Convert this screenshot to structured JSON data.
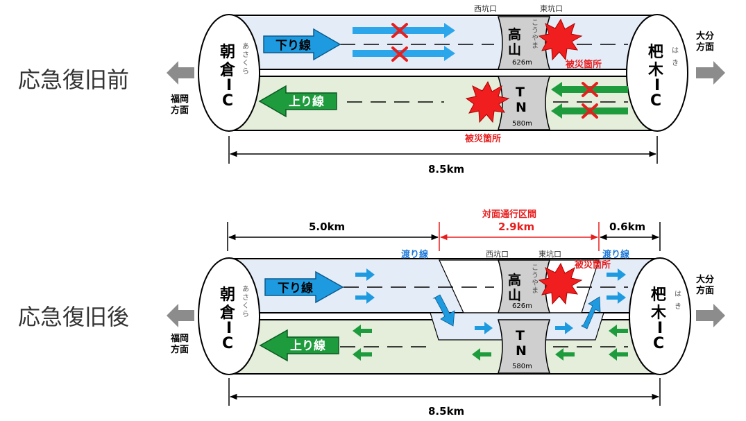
{
  "colors": {
    "down_lane_bg": "#E4ECF8",
    "up_lane_bg": "#E4EEDB",
    "tunnel_gray": "#CFCFCF",
    "down_arrow": "#1E9BE0",
    "up_arrow": "#1E9B3C",
    "disaster_red": "#F01E1E",
    "cross_red": "#E81E1E",
    "direction_gray": "#8C8C8C",
    "span_red": "#E81E1E"
  },
  "before": {
    "title": "応急復旧前",
    "west_ic": "朝倉IC",
    "west_ic_kana": "あさくら",
    "east_ic": "杷木IC",
    "east_ic_kana": "はき",
    "west_direction": "福岡方面",
    "east_direction": "大分方面",
    "down_line": "下り線",
    "up_line": "上り線",
    "west_portal": "西坑口",
    "east_portal": "東坑口",
    "tunnel_name": "高山",
    "tunnel_kana": "こうやま",
    "tunnel_tn": "TN",
    "down_length": "626m",
    "up_length": "580m",
    "disaster_label_down": "被災箇所",
    "disaster_label_up": "被災箇所",
    "total_distance": "8.5km"
  },
  "after": {
    "title": "応急復旧後",
    "west_ic": "朝倉IC",
    "west_ic_kana": "あさくら",
    "east_ic": "杷木IC",
    "east_ic_kana": "はき",
    "west_direction": "福岡方面",
    "east_direction": "大分方面",
    "down_line": "下り線",
    "up_line": "上り線",
    "west_portal": "西坑口",
    "east_portal": "東坑口",
    "tunnel_name": "高山",
    "tunnel_kana": "こうやま",
    "tunnel_tn": "TN",
    "down_length": "626m",
    "up_length": "580m",
    "disaster_label": "被災箇所",
    "crossover_left": "渡り線",
    "crossover_right": "渡り線",
    "two_way_section": "対面通行区間",
    "two_way_distance": "2.9km",
    "west_distance": "5.0km",
    "east_distance": "0.6km",
    "total_distance": "8.5km"
  }
}
